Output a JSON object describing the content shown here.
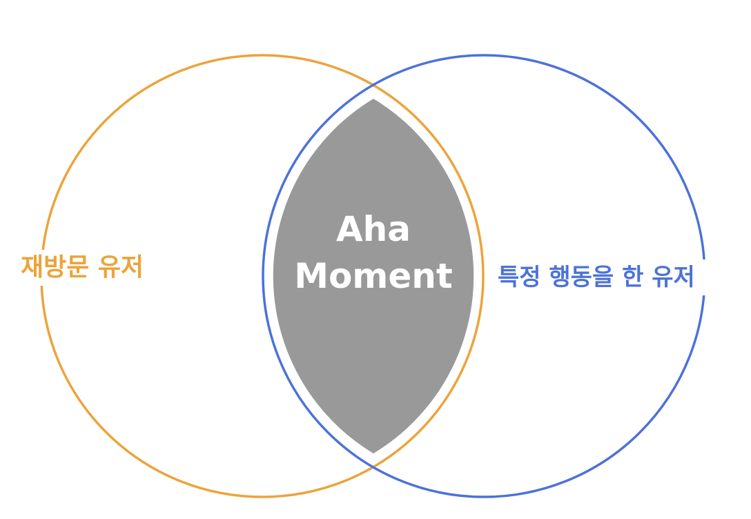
{
  "diagram": {
    "left_set": {
      "label": "재방문 유저",
      "color": "#EDA33A"
    },
    "right_set": {
      "label": "특정 행동을 한 유저",
      "color": "#4C72D9"
    },
    "intersection": {
      "line1": "Aha",
      "line2": "Moment",
      "fill_color": "#999999",
      "text_color": "#FFFFFF"
    }
  }
}
